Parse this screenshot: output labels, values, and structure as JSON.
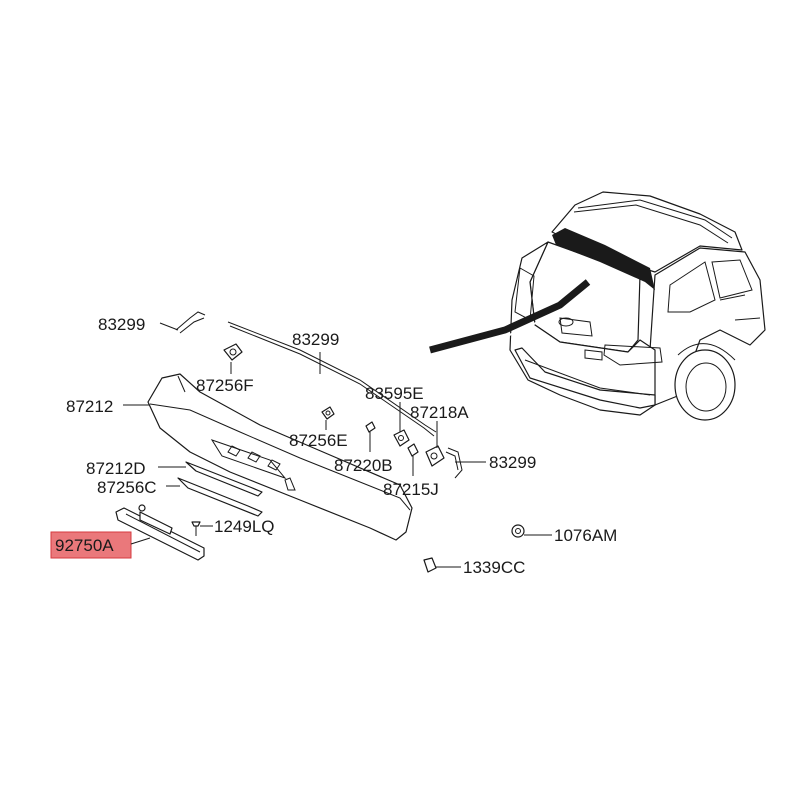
{
  "callouts": {
    "c83299_top": "83299",
    "c83299_mid": "83299",
    "c87256f": "87256F",
    "c87212": "87212",
    "c83595e": "83595E",
    "c87218a": "87218A",
    "c87256e": "87256E",
    "c87220b": "87220B",
    "c83299_right": "83299",
    "c87212d": "87212D",
    "c87256c": "87256C",
    "c87215j": "87215J",
    "c1249lq": "1249LQ",
    "c1076am": "1076AM",
    "c92750a": "92750A",
    "c1339cc": "1339CC"
  },
  "highlight": {
    "part": "92750A",
    "color": "#e34b4f"
  }
}
